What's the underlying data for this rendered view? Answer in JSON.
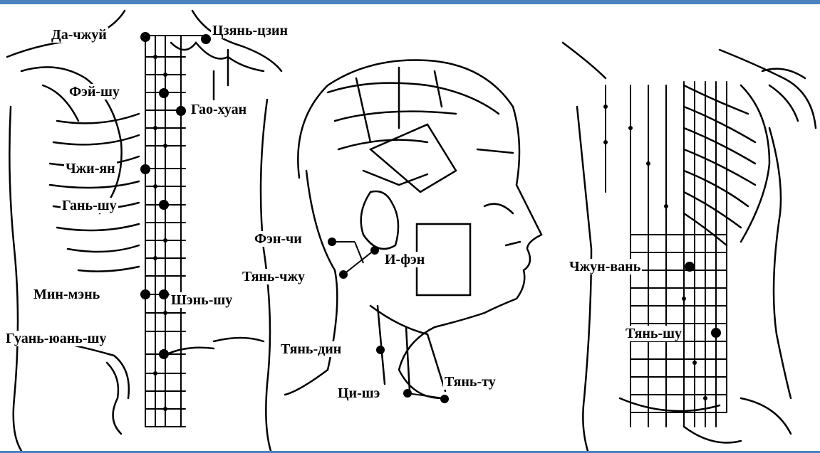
{
  "colors": {
    "accent_bar": "#4a82c2",
    "ink": "#000000",
    "background": "#ffffff"
  },
  "panels": {
    "back_upper": {
      "points": {
        "da_chzhui": "Да-чжуй",
        "tszyan_tszin": "Цзянь-цзин",
        "fey_shu": "Фэй-шу",
        "gao_khuan": "Гао-хуан",
        "chzhi_yan": "Чжи-ян",
        "gan_shu": "Гань-шу",
        "min_men": "Мин-мэнь",
        "shen_shu": "Шэнь-шу",
        "guan_yuan_shu": "Гуань-юань-шу"
      }
    },
    "head_side": {
      "points": {
        "fen_chi": "Фэн-чи",
        "i_fen": "И-фэн",
        "tyan_chzhu": "Тянь-чжу",
        "tyan_din": "Тянь-дин",
        "tsi_she": "Ци-шэ",
        "tyan_tu": "Тянь-ту"
      }
    },
    "torso_front": {
      "points": {
        "chzhun_van": "Чжун-вань",
        "tyan_shu": "Тянь-шу"
      }
    }
  }
}
